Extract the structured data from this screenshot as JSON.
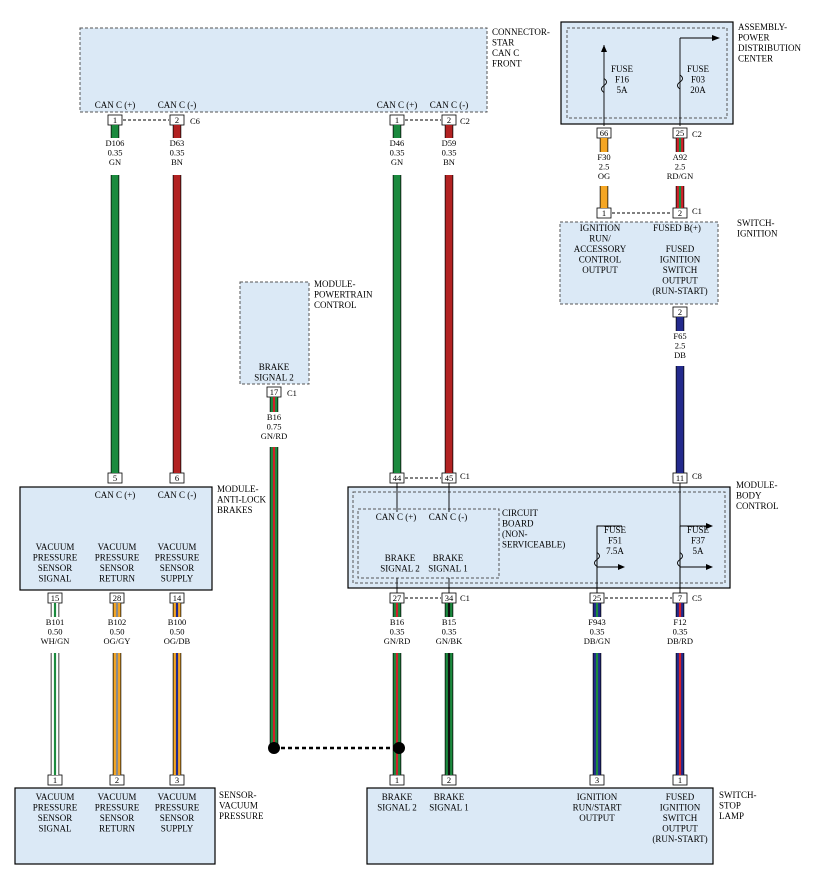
{
  "components": {
    "star": {
      "title": "CONNECTOR-\nSTAR\nCAN C\nFRONT",
      "pins": [
        {
          "pin": "1",
          "label": "CAN C (+)",
          "conn": "C6"
        },
        {
          "pin": "2",
          "label": "CAN C (-)",
          "conn": "C6"
        },
        {
          "pin": "1",
          "label": "CAN C (+)",
          "conn": "C2"
        },
        {
          "pin": "2",
          "label": "CAN C (-)",
          "conn": "C2"
        }
      ]
    },
    "pdc": {
      "title": "ASSEMBLY-\nPOWER\nDISTRIBUTION\nCENTER",
      "fuses": [
        {
          "text": "FUSE\nF16\n5A"
        },
        {
          "text": "FUSE\nF03\n20A"
        }
      ],
      "pins": [
        "66",
        "25"
      ],
      "conn": "C2"
    },
    "ign": {
      "title": "SWITCH-\nIGNITION",
      "pins": [
        "1",
        "2",
        "2"
      ],
      "conn": "C1",
      "functions": [
        "IGNITION\nRUN/\nACCESSORY\nCONTROL\nOUTPUT",
        "FUSED B(+)",
        "FUSED\nIGNITION\nSWITCH\nOUTPUT\n(RUN-START)"
      ]
    },
    "pcm": {
      "title": "MODULE-\nPOWERTRAIN\nCONTROL",
      "function": "BRAKE\nSIGNAL 2",
      "pin": "17",
      "conn": "C1"
    },
    "abs": {
      "title": "MODULE-\nANTI-LOCK\nBRAKES",
      "top_pins": [
        "5",
        "6"
      ],
      "top_labels": [
        "CAN C (+)",
        "CAN C (-)"
      ],
      "functions": [
        "VACUUM\nPRESSURE\nSENSOR\nSIGNAL",
        "VACUUM\nPRESSURE\nSENSOR\nRETURN",
        "VACUUM\nPRESSURE\nSENSOR\nSUPPLY"
      ],
      "bottom_pins": [
        "15",
        "28",
        "14"
      ]
    },
    "bcm": {
      "title": "MODULE-\nBODY\nCONTROL",
      "top_pins": [
        "44",
        "45",
        "11"
      ],
      "top_conn": [
        "C1",
        "C8"
      ],
      "board": "CIRCUIT\nBOARD\n(NON-\nSERVICEABLE)",
      "board_labels": [
        "CAN C (+)",
        "CAN C (-)"
      ],
      "board_functions": [
        "BRAKE\nSIGNAL 2",
        "BRAKE\nSIGNAL 1"
      ],
      "fuses": [
        {
          "text": "FUSE\nF51\n7.5A"
        },
        {
          "text": "FUSE\nF37\n5A"
        }
      ],
      "bottom_pins": [
        "27",
        "34",
        "25",
        "7"
      ],
      "bottom_conn": [
        "C1",
        "C5"
      ]
    },
    "vac": {
      "title": "SENSOR-\nVACUUM\nPRESSURE",
      "pins": [
        "1",
        "2",
        "3"
      ],
      "functions": [
        "VACUUM\nPRESSURE\nSENSOR\nSIGNAL",
        "VACUUM\nPRESSURE\nSENSOR\nRETURN",
        "VACUUM\nPRESSURE\nSENSOR\nSUPPLY"
      ]
    },
    "stop": {
      "title": "SWITCH-\nSTOP\nLAMP",
      "pins": [
        "1",
        "2",
        "3",
        "1"
      ],
      "functions": [
        "BRAKE\nSIGNAL 2",
        "BRAKE\nSIGNAL 1",
        "IGNITION\nRUN/START\nOUTPUT",
        "FUSED\nIGNITION\nSWITCH\nOUTPUT\n(RUN-START)"
      ]
    }
  },
  "wires": [
    {
      "id": "D106",
      "gauge": "0.35",
      "color": "GN"
    },
    {
      "id": "D63",
      "gauge": "0.35",
      "color": "BN"
    },
    {
      "id": "D46",
      "gauge": "0.35",
      "color": "GN"
    },
    {
      "id": "D59",
      "gauge": "0.35",
      "color": "BN"
    },
    {
      "id": "F30",
      "gauge": "2.5",
      "color": "OG"
    },
    {
      "id": "A92",
      "gauge": "2.5",
      "color": "RD/GN"
    },
    {
      "id": "F65",
      "gauge": "2.5",
      "color": "DB"
    },
    {
      "id": "B16",
      "gauge": "0.75",
      "color": "GN/RD"
    },
    {
      "id": "B101",
      "gauge": "0.50",
      "color": "WH/GN"
    },
    {
      "id": "B102",
      "gauge": "0.50",
      "color": "OG/GY"
    },
    {
      "id": "B100",
      "gauge": "0.50",
      "color": "OG/DB"
    },
    {
      "id": "B16",
      "gauge": "0.35",
      "color": "GN/RD"
    },
    {
      "id": "B15",
      "gauge": "0.35",
      "color": "GN/BK"
    },
    {
      "id": "F943",
      "gauge": "0.35",
      "color": "DB/GN"
    },
    {
      "id": "F12",
      "gauge": "0.35",
      "color": "DB/RD"
    }
  ],
  "wire_colors": {
    "GN": "#1b8a3e",
    "BN": "#b22222",
    "OG": "#f5a623",
    "RD": "#d0202a",
    "DB": "#232a8c",
    "WH": "#ffffff",
    "GY": "#8a8a8a",
    "BK": "#111111"
  }
}
